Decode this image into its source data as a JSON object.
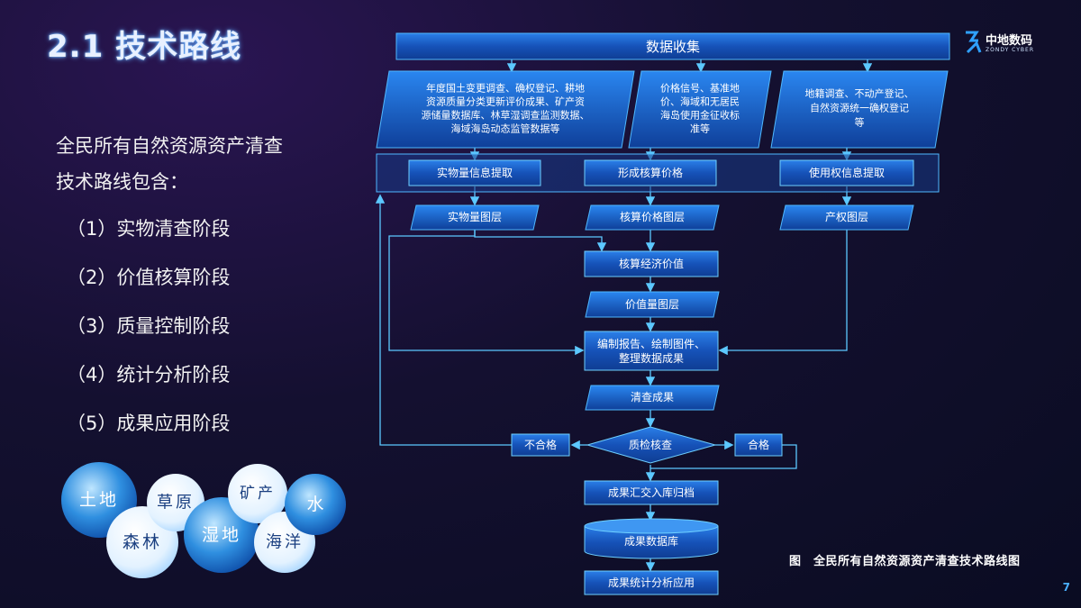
{
  "slide": {
    "title": "2.1 技术路线",
    "intro_line1": "全民所有自然资源资产清查",
    "intro_line2": "技术路线包含：",
    "stages": [
      "（1）实物清查阶段",
      "（2）价值核算阶段",
      "（3）质量控制阶段",
      "（4）统计分析阶段",
      "（5）成果应用阶段"
    ],
    "page_number": "7"
  },
  "logo": {
    "name": "中地数码",
    "subtitle": "ZONDY CYBER"
  },
  "resource_bubbles": [
    "土地",
    "草原",
    "矿产",
    "水",
    "森林",
    "湿地",
    "海洋"
  ],
  "flowchart": {
    "collect": "数据收集",
    "source_left_lines": [
      "年度国土变更调查、确权登记、耕地",
      "资源质量分类更新评价成果、矿产资",
      "源储量数据库、林草湿调查监测数据、",
      "海域海岛动态监管数据等"
    ],
    "source_mid_lines": [
      "价格信号、基准地",
      "价、海域和无居民",
      "海岛使用金征收标",
      "准等"
    ],
    "source_right_lines": [
      "地籍调查、不动产登记、",
      "自然资源统一确权登记",
      "等"
    ],
    "extract_physical": "实物量信息提取",
    "form_price": "形成核算价格",
    "extract_right": "使用权信息提取",
    "layer_physical": "实物量图层",
    "layer_price": "核算价格图层",
    "layer_property": "产权图层",
    "calc_value": "核算经济价值",
    "layer_value": "价值量图层",
    "compile_lines": [
      "编制报告、绘制图件、",
      "整理数据成果"
    ],
    "result": "清查成果",
    "qc": "质检核查",
    "fail": "不合格",
    "pass": "合格",
    "archive": "成果汇交入库归档",
    "database": "成果数据库",
    "stats": "成果统计分析应用"
  },
  "caption": "图　全民所有自然资源资产清查技术路线图",
  "colors": {
    "accent": "#2f8cff",
    "node_fill": "#1e60c8",
    "line": "#4fc3ff"
  }
}
